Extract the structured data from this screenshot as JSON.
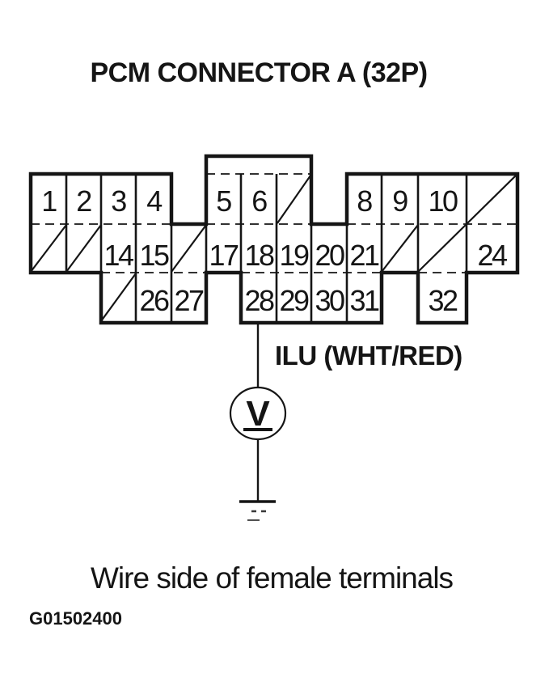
{
  "title": "PCM CONNECTOR A (32P)",
  "connector": {
    "rows": {
      "top": [
        "1",
        "2",
        "3",
        "4",
        "5",
        "6",
        "8",
        "9",
        "10"
      ],
      "middle": [
        "14",
        "15",
        "17",
        "18",
        "19",
        "20",
        "21",
        "24"
      ],
      "bottom": [
        "26",
        "27",
        "28",
        "29",
        "30",
        "31",
        "32"
      ]
    }
  },
  "wire": {
    "label": "ILU (WHT/RED)"
  },
  "meter": {
    "symbol": "V"
  },
  "ground": {
    "icon": "ground-symbol"
  },
  "caption": "Wire side of female terminals",
  "figure_id": "G01502400",
  "colors": {
    "ink": "#151515",
    "background": "#ffffff"
  }
}
